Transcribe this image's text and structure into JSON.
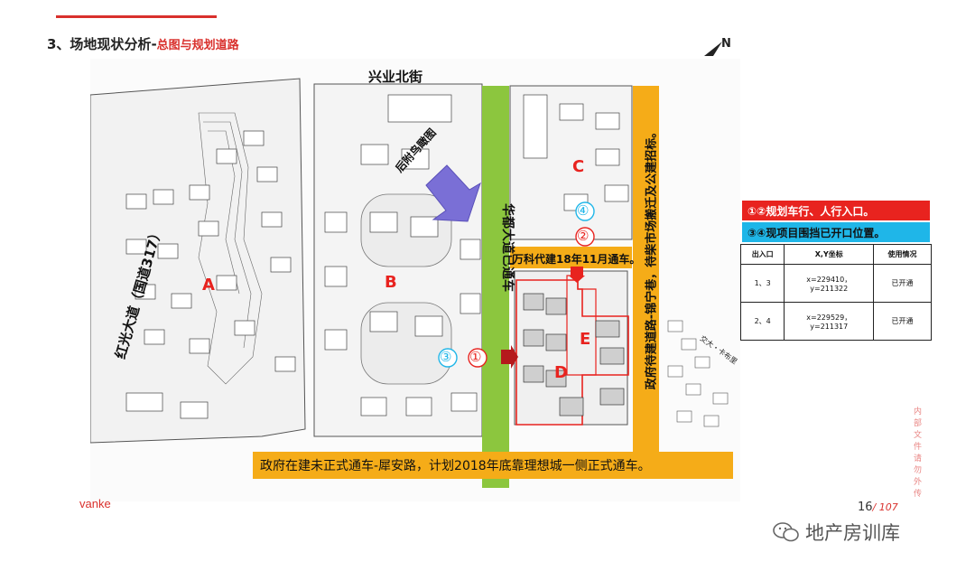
{
  "header": {
    "title": "3、场地现状分析-",
    "subtitle": "总图与规划道路"
  },
  "compass": "N",
  "map": {
    "roads": {
      "north": "兴业北街",
      "west": "红光大道（国道317）",
      "main": "华都大道已通车",
      "east": "政府待建道路-锦宁巷，待柴市场搬迁及公建招标。",
      "south": "政府在建未正式通车-犀安路，计划2018年底靠理想城一侧正式通车。",
      "vanke_road": "万科代建18年11月通车。",
      "street_label": "交大・卡布里"
    },
    "parcels": [
      "A",
      "B",
      "C",
      "D",
      "E"
    ],
    "aerial_label": "后附鸟瞰图",
    "markers": [
      "①",
      "②",
      "③",
      "④"
    ],
    "colors": {
      "green_road": "#8cc63e",
      "orange_road": "#f5ac18",
      "red": "#e8231f",
      "blue": "#1fb6e8"
    }
  },
  "legend": {
    "red_item": "①②规划车行、人行入口。",
    "blue_item": "③④现项目围挡已开口位置。"
  },
  "table": {
    "headers": [
      "出入口",
      "X,Y坐标",
      "使用情况"
    ],
    "rows": [
      [
        "1、3",
        "x=229410，\ny=211322",
        "已开通"
      ],
      [
        "2、4",
        "x=229529，\ny=211317",
        "已开通"
      ]
    ]
  },
  "footer": {
    "logo": "vanke",
    "page_current": "16",
    "page_total": "/ 107",
    "stamp": "内部文件 请勿外传",
    "watermark": "地产房训库"
  }
}
